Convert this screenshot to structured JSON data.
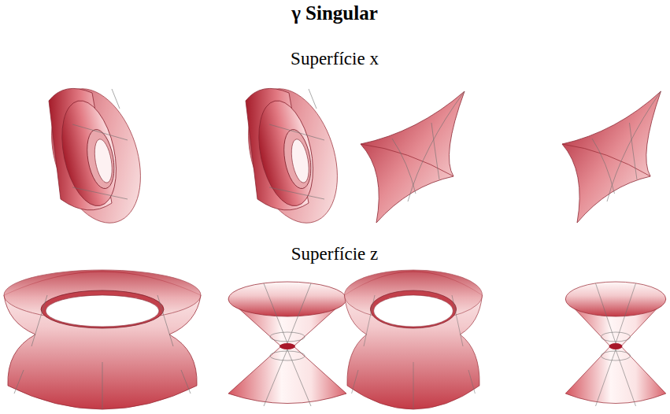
{
  "diagram": {
    "title": "γ Singular",
    "labels": [
      "Superfície x",
      "Superfície z"
    ]
  }
}
